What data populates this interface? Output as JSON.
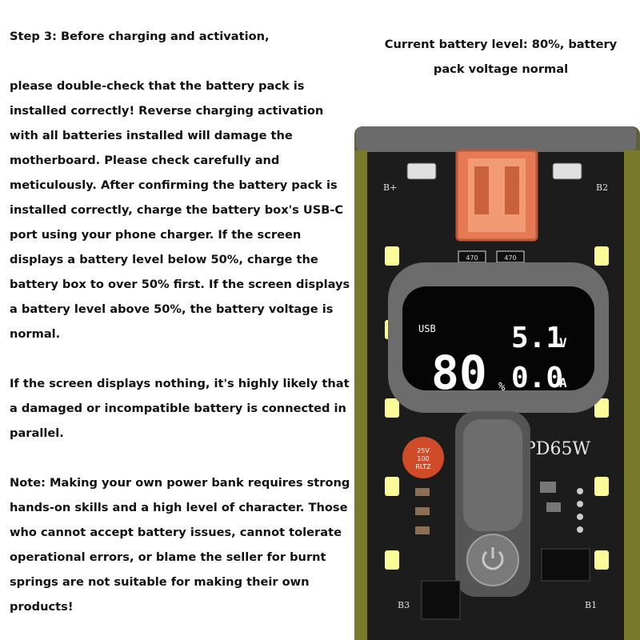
{
  "instructions": {
    "step_heading": "Step 3: Before charging and activation,",
    "step_body": "please double-check that the battery pack is installed correctly! Reverse charging activation with all batteries installed will damage the motherboard. Please check carefully and meticulously. After confirming the battery pack is installed correctly, charge the battery box's USB-C port using your phone charger. If the screen displays a battery level below 50%, charge the battery box to over 50% first. If the screen displays a battery level above 50%, the battery voltage is normal.",
    "no_display_paragraph": "If the screen displays nothing, it's highly likely that a damaged or incompatible battery is connected in parallel.",
    "note_paragraph": "Note: Making your own power bank requires strong hands-on skills and a high level of character. Those who cannot accept battery issues, cannot tolerate operational errors, or blame the seller for burnt springs are not suitable for making their own products!"
  },
  "caption": "Current battery level: 80%, battery pack voltage normal",
  "device": {
    "model_label": "PD65W",
    "terminal_labels": {
      "b_plus": "B+",
      "b1": "B1",
      "b2": "B2",
      "b3": "B3"
    },
    "resistor_labels": [
      "470",
      "470"
    ],
    "capacitor_label_1": "25V",
    "capacitor_label_2": "100",
    "capacitor_label_3": "RLTZ",
    "display": {
      "port_label": "USB",
      "battery_level": "80",
      "percent_sign": "%",
      "voltage": "5.1",
      "voltage_unit": "V",
      "current": "0.0",
      "current_unit": "A"
    }
  },
  "colors": {
    "pcb": "#1c1c1c",
    "casing": "#6b6b6b",
    "led": "#fbfb9a",
    "usb_port": "#e67a55",
    "capacitor": "#d04b28"
  }
}
